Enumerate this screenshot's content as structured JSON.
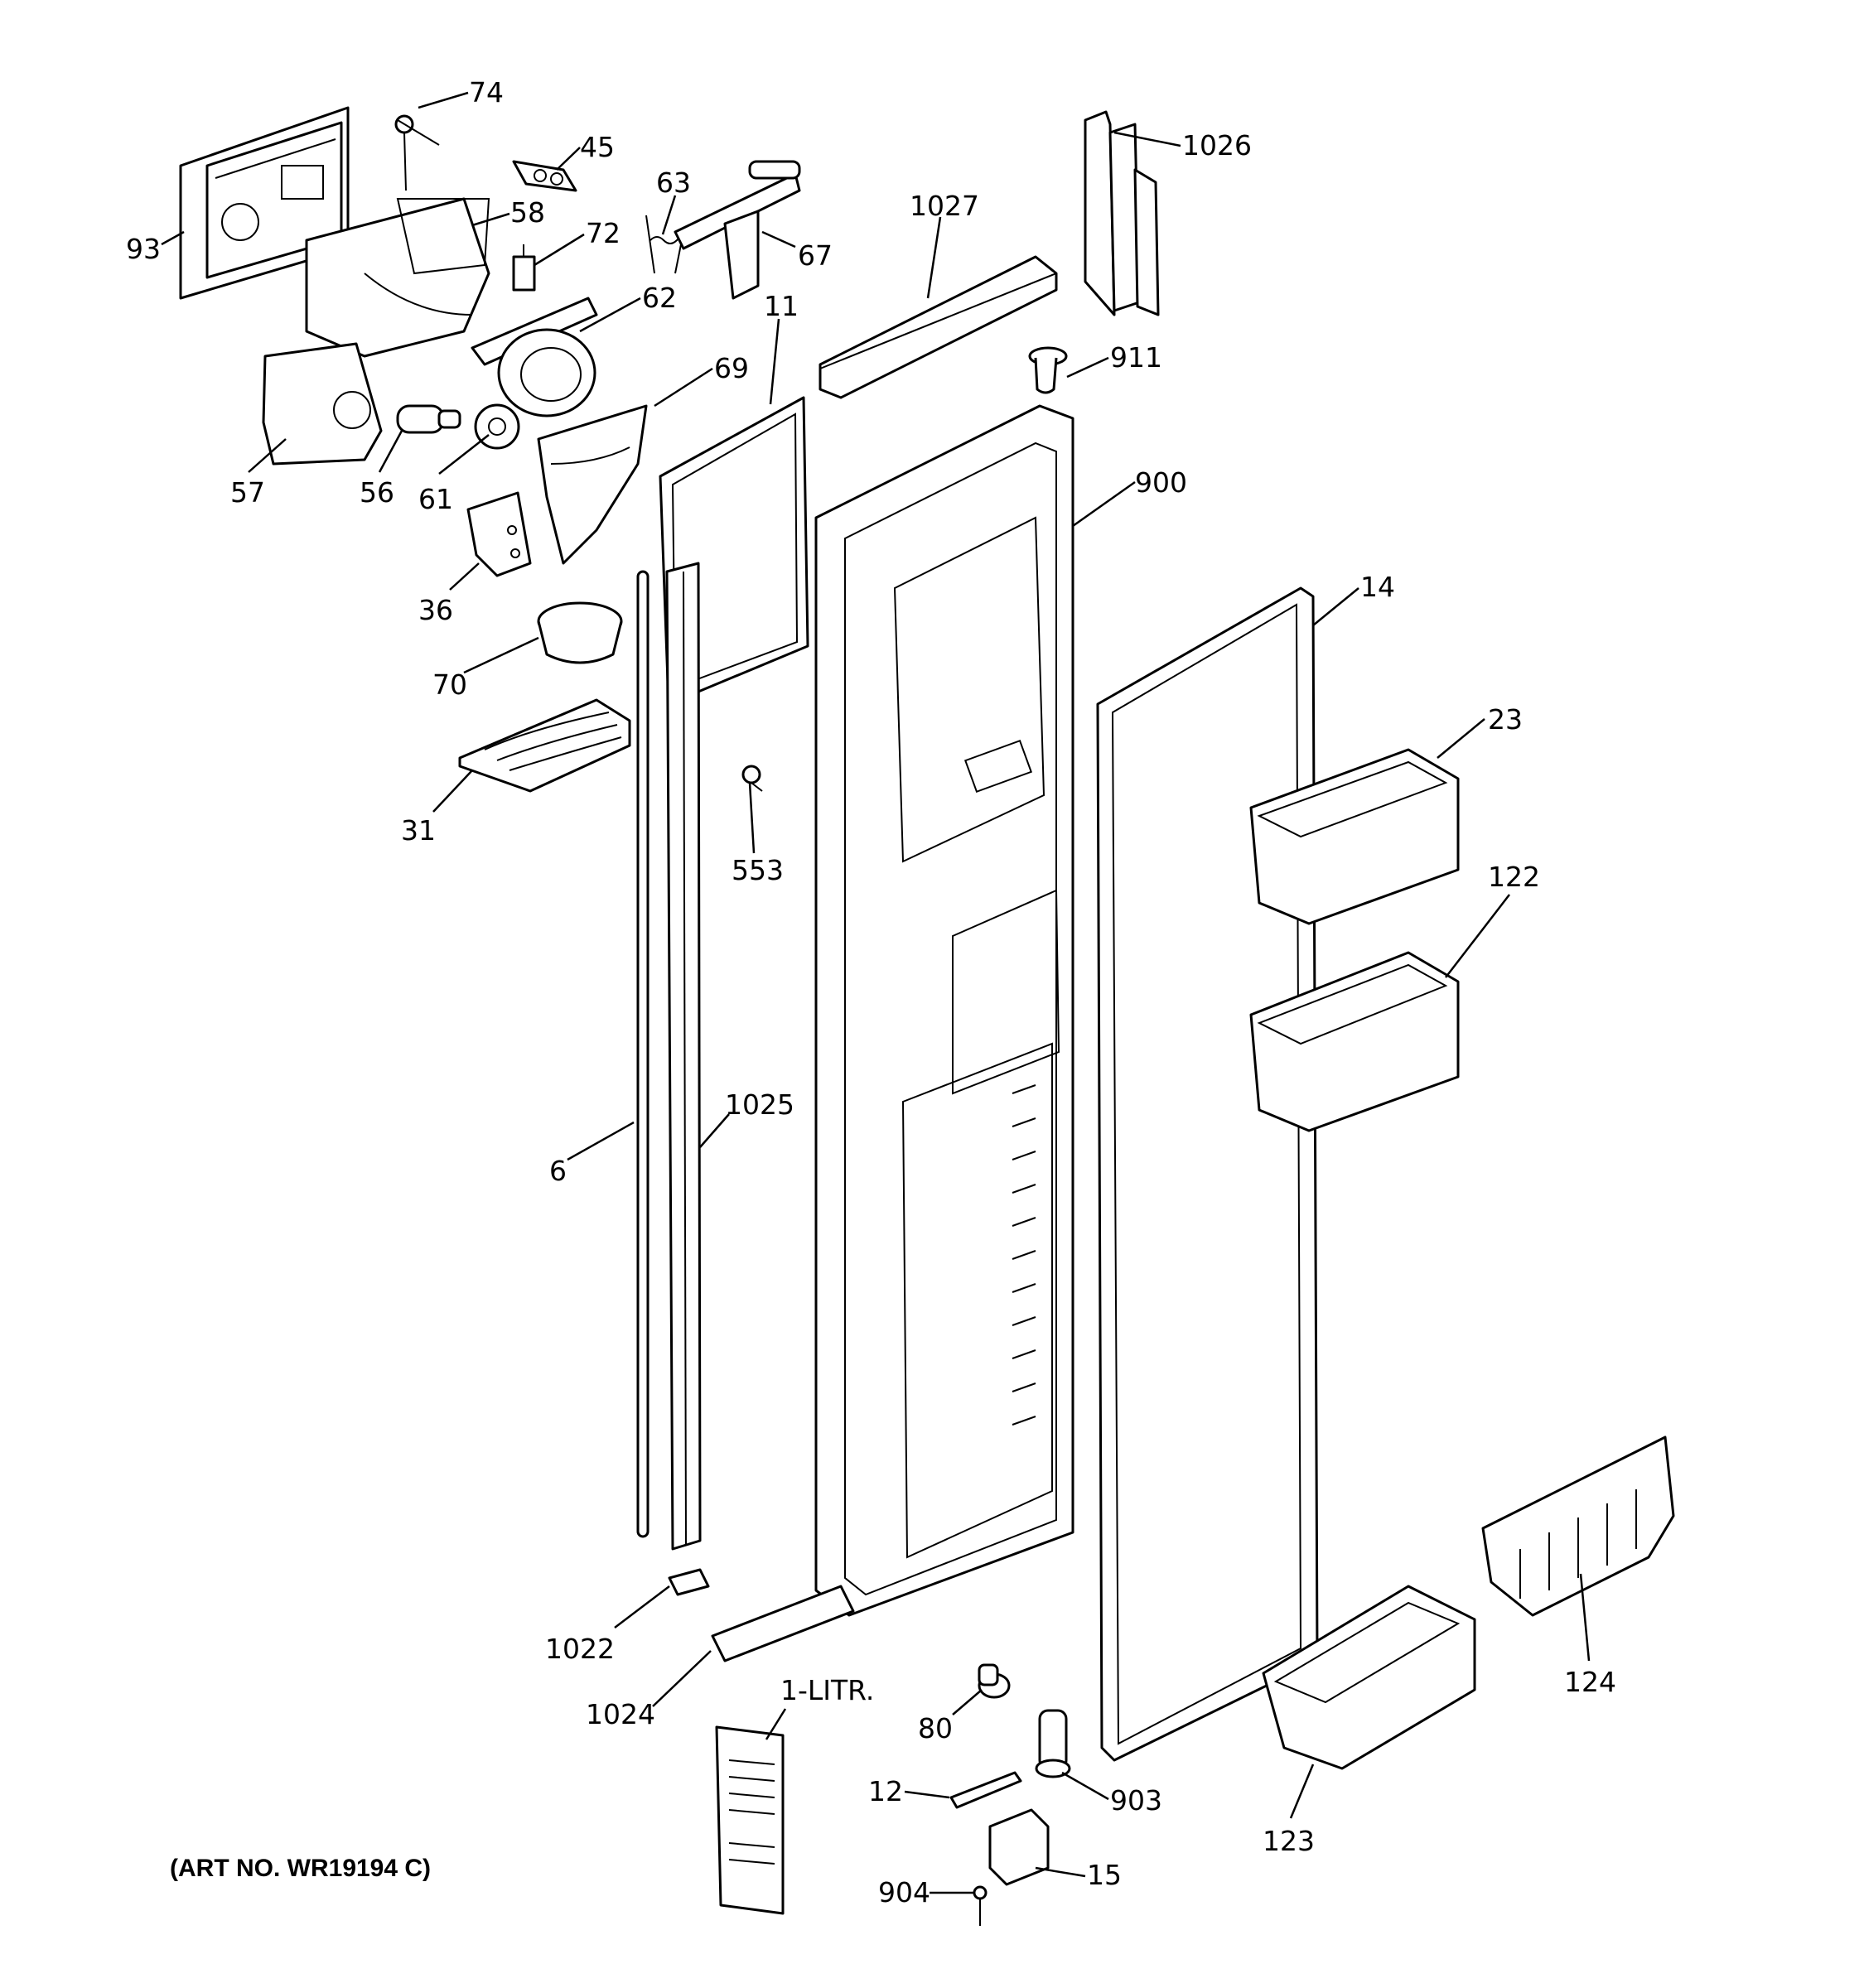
{
  "diagram": {
    "art_number": "(ART NO. WR19194 C)",
    "callouts": [
      {
        "id": "74",
        "label": "74"
      },
      {
        "id": "45",
        "label": "45"
      },
      {
        "id": "93",
        "label": "93"
      },
      {
        "id": "58",
        "label": "58"
      },
      {
        "id": "63",
        "label": "63"
      },
      {
        "id": "72",
        "label": "72"
      },
      {
        "id": "67",
        "label": "67"
      },
      {
        "id": "62",
        "label": "62"
      },
      {
        "id": "1027",
        "label": "1027"
      },
      {
        "id": "1026",
        "label": "1026"
      },
      {
        "id": "11",
        "label": "11"
      },
      {
        "id": "69",
        "label": "69"
      },
      {
        "id": "911",
        "label": "911"
      },
      {
        "id": "57",
        "label": "57"
      },
      {
        "id": "56",
        "label": "56"
      },
      {
        "id": "61",
        "label": "61"
      },
      {
        "id": "900",
        "label": "900"
      },
      {
        "id": "36",
        "label": "36"
      },
      {
        "id": "14",
        "label": "14"
      },
      {
        "id": "70",
        "label": "70"
      },
      {
        "id": "23",
        "label": "23"
      },
      {
        "id": "31",
        "label": "31"
      },
      {
        "id": "553",
        "label": "553"
      },
      {
        "id": "122",
        "label": "122"
      },
      {
        "id": "1025",
        "label": "1025"
      },
      {
        "id": "6",
        "label": "6"
      },
      {
        "id": "1022",
        "label": "1022"
      },
      {
        "id": "124",
        "label": "124"
      },
      {
        "id": "1024",
        "label": "1024"
      },
      {
        "id": "1-litr",
        "label": "1-LITR."
      },
      {
        "id": "80",
        "label": "80"
      },
      {
        "id": "12",
        "label": "12"
      },
      {
        "id": "903",
        "label": "903"
      },
      {
        "id": "123",
        "label": "123"
      },
      {
        "id": "904",
        "label": "904"
      },
      {
        "id": "15",
        "label": "15"
      }
    ]
  }
}
